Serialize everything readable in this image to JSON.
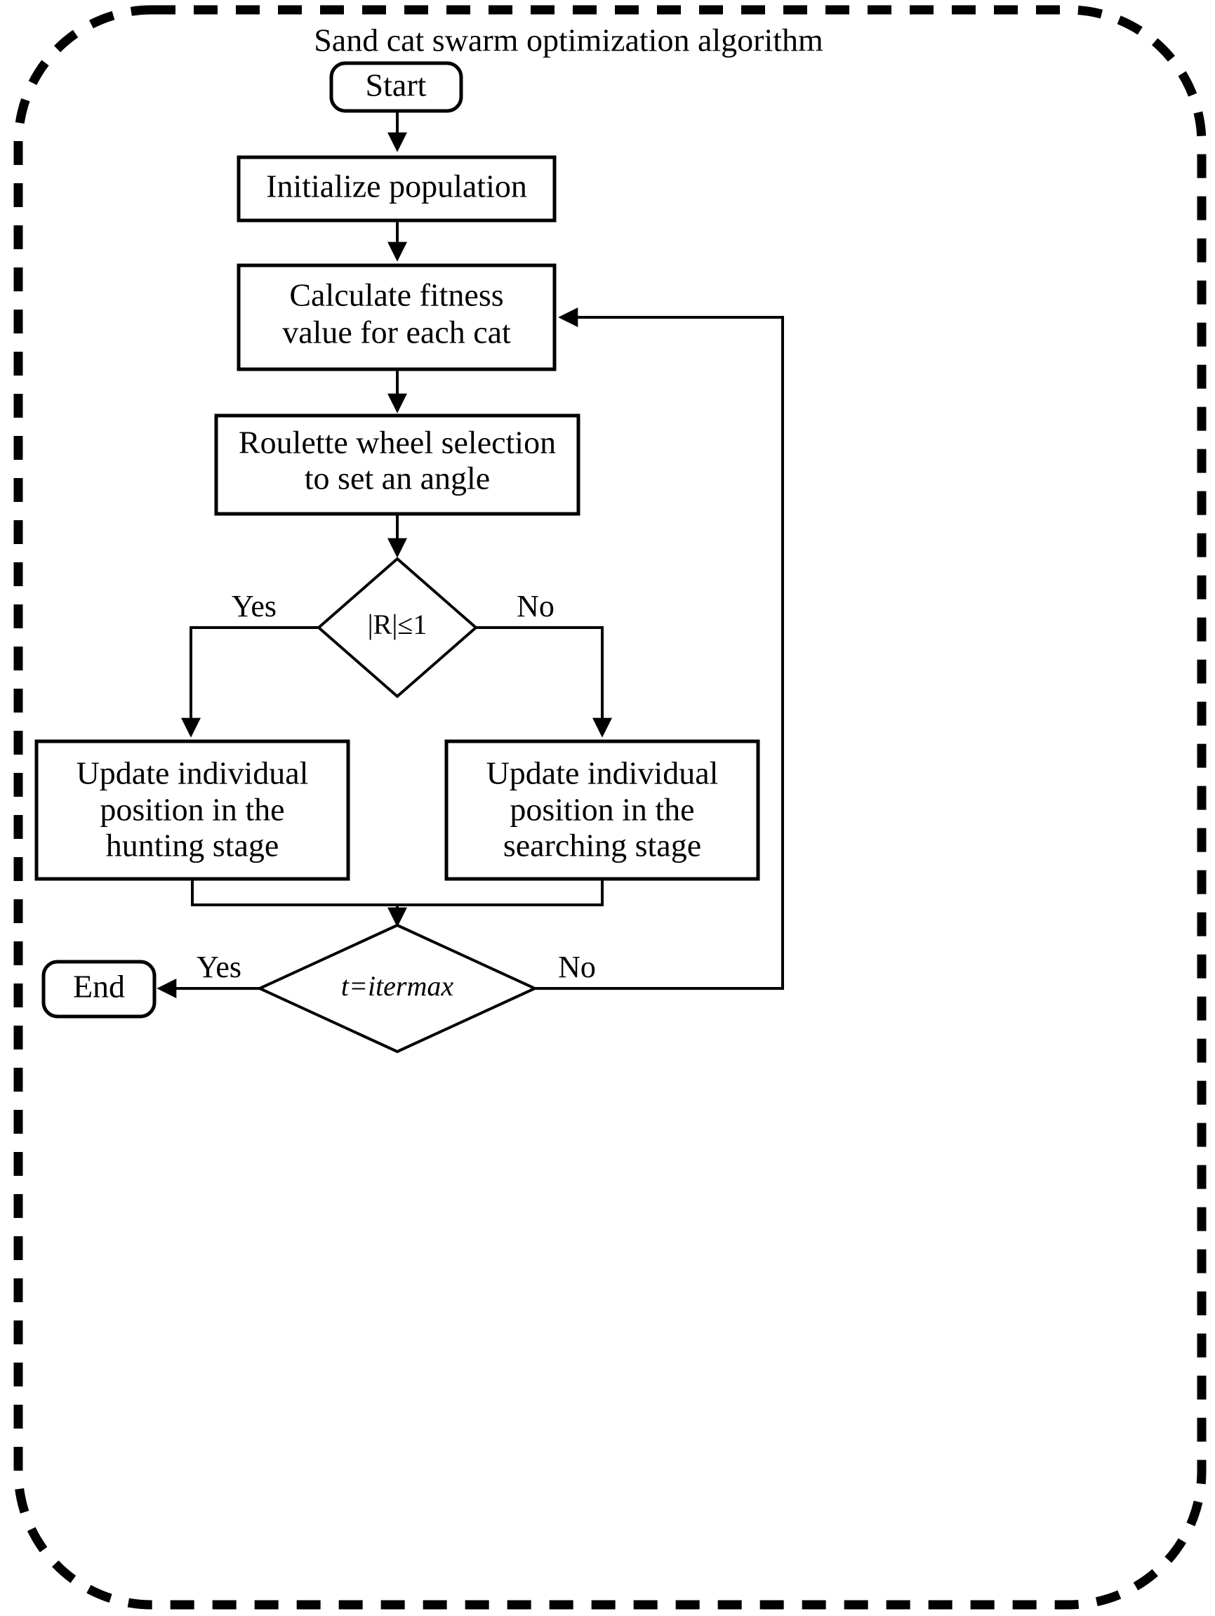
{
  "diagram": {
    "title": "Sand cat swarm optimization algorithm",
    "type": "flowchart",
    "nodes": [
      {
        "id": "start",
        "shape": "terminator",
        "label": "Start"
      },
      {
        "id": "init",
        "shape": "process",
        "label": "Initialize population"
      },
      {
        "id": "fitness",
        "shape": "process",
        "label_line1": "Calculate fitness",
        "label_line2": "value for each cat"
      },
      {
        "id": "roulette",
        "shape": "process",
        "label_line1": "Roulette wheel selection",
        "label_line2": "to set an angle"
      },
      {
        "id": "decision1",
        "shape": "decision",
        "label": "|R|≤1"
      },
      {
        "id": "hunting",
        "shape": "process",
        "label_line1": "Update individual",
        "label_line2": "position in the",
        "label_line3": "hunting stage"
      },
      {
        "id": "searching",
        "shape": "process",
        "label_line1": "Update individual",
        "label_line2": "position in the",
        "label_line3": "searching stage"
      },
      {
        "id": "decision2",
        "shape": "decision",
        "label": "t=itermax"
      },
      {
        "id": "end",
        "shape": "terminator",
        "label": "End"
      }
    ],
    "edge_labels": {
      "d1_yes": "Yes",
      "d1_no": "No",
      "d2_yes": "Yes",
      "d2_no": "No"
    },
    "edges": [
      {
        "from": "start",
        "to": "init",
        "label": ""
      },
      {
        "from": "init",
        "to": "fitness",
        "label": ""
      },
      {
        "from": "fitness",
        "to": "roulette",
        "label": ""
      },
      {
        "from": "roulette",
        "to": "decision1",
        "label": ""
      },
      {
        "from": "decision1",
        "to": "hunting",
        "label": "Yes"
      },
      {
        "from": "decision1",
        "to": "searching",
        "label": "No"
      },
      {
        "from": "hunting",
        "to": "decision2",
        "label": ""
      },
      {
        "from": "searching",
        "to": "decision2",
        "label": ""
      },
      {
        "from": "decision2",
        "to": "end",
        "label": "Yes"
      },
      {
        "from": "decision2",
        "to": "fitness",
        "label": "No"
      }
    ],
    "colors": {
      "stroke": "#000000",
      "fill": "#ffffff",
      "background": "#ffffff"
    },
    "boundary": {
      "style": "dashed-rounded-rectangle"
    }
  }
}
